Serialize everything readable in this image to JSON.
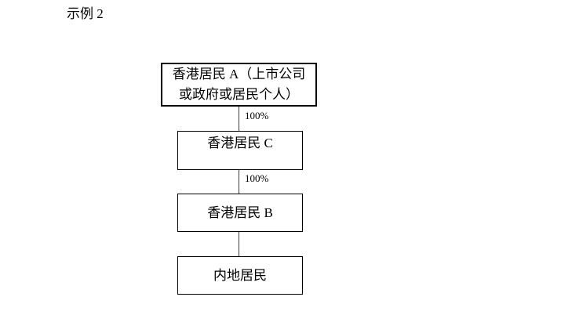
{
  "page": {
    "title": "示例 2"
  },
  "diagram": {
    "nodes": {
      "a": {
        "id": "A",
        "line1": "香港居民 A（上市公司",
        "line2": "或政府或居民个人）",
        "full_label": "香港居民 A（上市公司或政府或居民个人）"
      },
      "c": {
        "id": "C",
        "label": "香港居民 C"
      },
      "b": {
        "id": "B",
        "label": "香港居民 B"
      },
      "d": {
        "id": "D",
        "label": "内地居民"
      }
    },
    "edges": {
      "a_c": {
        "from": "A",
        "to": "C",
        "label": "100%"
      },
      "c_b": {
        "from": "C",
        "to": "B",
        "label": "100%"
      },
      "b_d": {
        "from": "B",
        "to": "D",
        "label": ""
      }
    },
    "colors": {
      "background": "#ffffff",
      "text": "#000000",
      "box_border": "#000000",
      "connector": "#3c3c3c"
    }
  }
}
